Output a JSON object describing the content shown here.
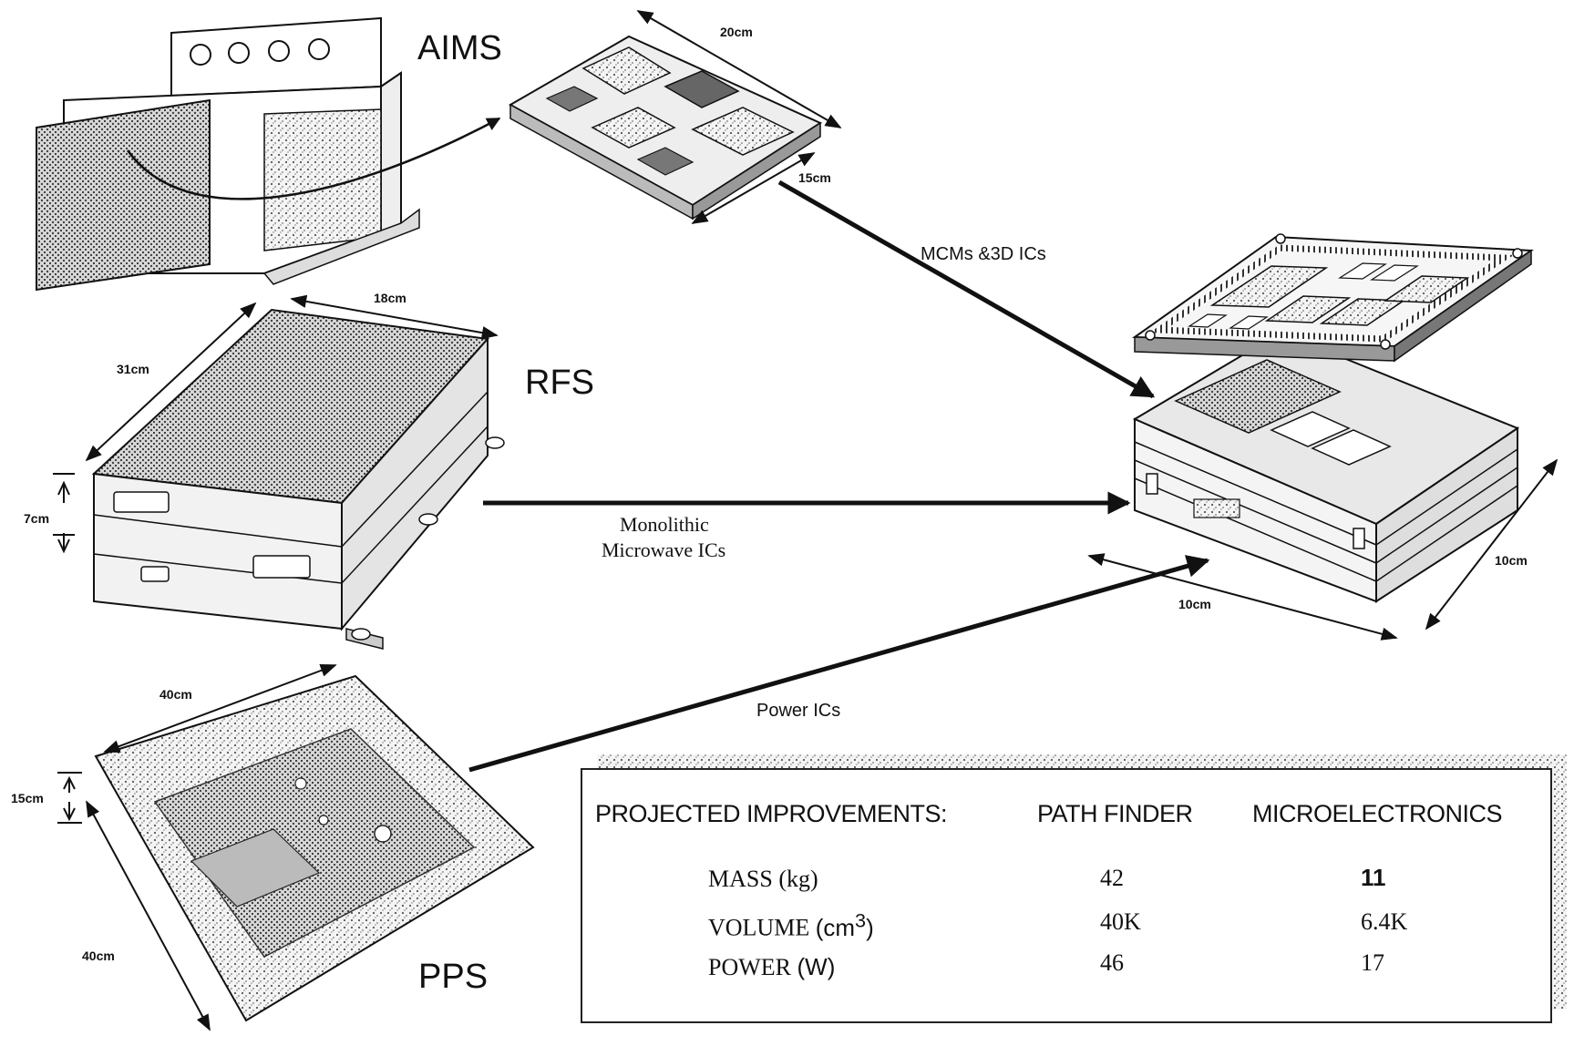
{
  "modules": {
    "aims": "AIMS",
    "rfs": "RFS",
    "pps": "PPS"
  },
  "dimensions": {
    "mcm_width": "20cm",
    "mcm_depth": "15cm",
    "rfs_width": "18cm",
    "rfs_depth": "31cm",
    "rfs_height": "7cm",
    "pps_width": "40cm",
    "pps_depth": "40cm",
    "pps_height": "15cm",
    "stack_width": "10cm",
    "stack_depth": "10cm"
  },
  "arrows": {
    "mcm": "MCMs &3D ICs",
    "mmic_line1": "Monolithic",
    "mmic_line2": "Microwave ICs",
    "power": "Power ICs"
  },
  "table": {
    "heading": "PROJECTED IMPROVEMENTS:",
    "col_pathfinder": "PATH FINDER",
    "col_micro": "MICROELECTRONICS",
    "rows": [
      {
        "label": "MASS",
        "unit": "(kg)",
        "pathfinder": "42",
        "micro": "11"
      },
      {
        "label": "VOLUME",
        "unit": "(cm",
        "sup": "3",
        "unit_close": ")",
        "pathfinder": "40K",
        "micro": "6.4K"
      },
      {
        "label": "POWER",
        "unit": "(W)",
        "pathfinder": "46",
        "micro": "17"
      }
    ]
  }
}
